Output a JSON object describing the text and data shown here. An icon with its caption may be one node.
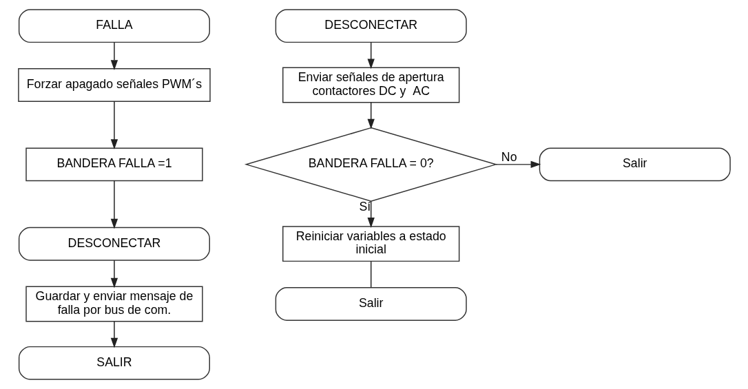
{
  "diagram": {
    "nodes": [
      {
        "text": [
          "FALLA"
        ]
      },
      {
        "text": [
          "Forzar apagado señales PWM´s"
        ]
      },
      {
        "text": [
          "BANDERA FALLA =1"
        ]
      },
      {
        "text": [
          "DESCONECTAR"
        ]
      },
      {
        "text": [
          "Guardar y enviar mensaje de falla por bus de com."
        ]
      },
      {
        "text": [
          "SALIR"
        ]
      },
      {
        "text": [
          "DESCONECTAR"
        ]
      },
      {
        "text": [
          "Enviar señales de apertura contactores DC y  AC"
        ]
      },
      {
        "text": [
          "BANDERA FALLA = 0?"
        ]
      },
      {
        "text": [
          "Salir"
        ]
      },
      {
        "text": [
          "Reiniciar variables a estado inicial"
        ]
      },
      {
        "text": [
          "Salir"
        ]
      }
    ],
    "edges": [
      {
        "from": 0,
        "to": 1,
        "arrow": "to"
      },
      {
        "from": 1,
        "to": 2,
        "arrow": "to"
      },
      {
        "from": 2,
        "to": 3,
        "arrow": "to"
      },
      {
        "from": 3,
        "to": 4,
        "arrow": "to"
      },
      {
        "from": 4,
        "to": 5,
        "arrow": "to"
      },
      {
        "from": 6,
        "to": 7,
        "arrow": "to"
      },
      {
        "from": 7,
        "to": 8,
        "arrow": "to"
      },
      {
        "from": 8,
        "to": 9,
        "arrow": "to",
        "label": "No"
      },
      {
        "from": 8,
        "to": 10,
        "arrow": "to",
        "label": "Sí"
      },
      {
        "from": 10,
        "to": 11,
        "arrow": "none"
      }
    ]
  }
}
